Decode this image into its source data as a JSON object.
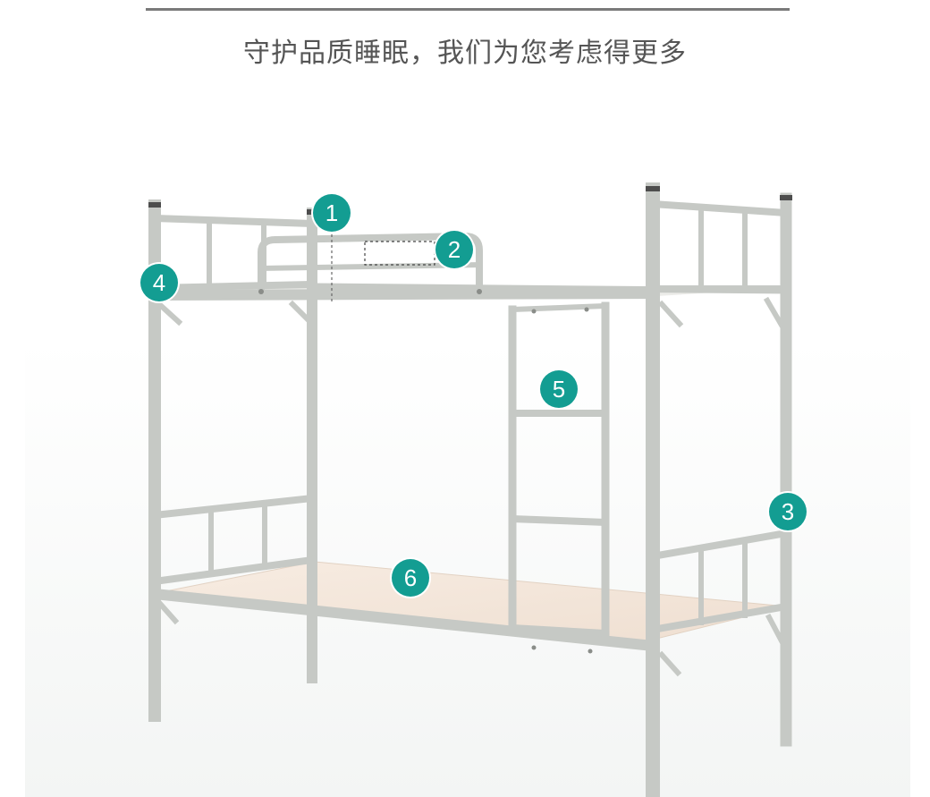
{
  "headline": "守护品质睡眠，我们为您考虑得更多",
  "colors": {
    "marker": "#139d92",
    "frame": "#c6c9c5",
    "frame_dark": "#a9ada8",
    "board": "#f4e7dc",
    "rule": "#7a7a7a",
    "headline": "#555555"
  },
  "markers": [
    {
      "label": "1",
      "refers_to": "guardrail-height"
    },
    {
      "label": "2",
      "refers_to": "guardrail-joint"
    },
    {
      "label": "3",
      "refers_to": "foot-end-frame"
    },
    {
      "label": "4",
      "refers_to": "head-end-corner"
    },
    {
      "label": "5",
      "refers_to": "ladder"
    },
    {
      "label": "6",
      "refers_to": "lower-bed-board"
    }
  ]
}
